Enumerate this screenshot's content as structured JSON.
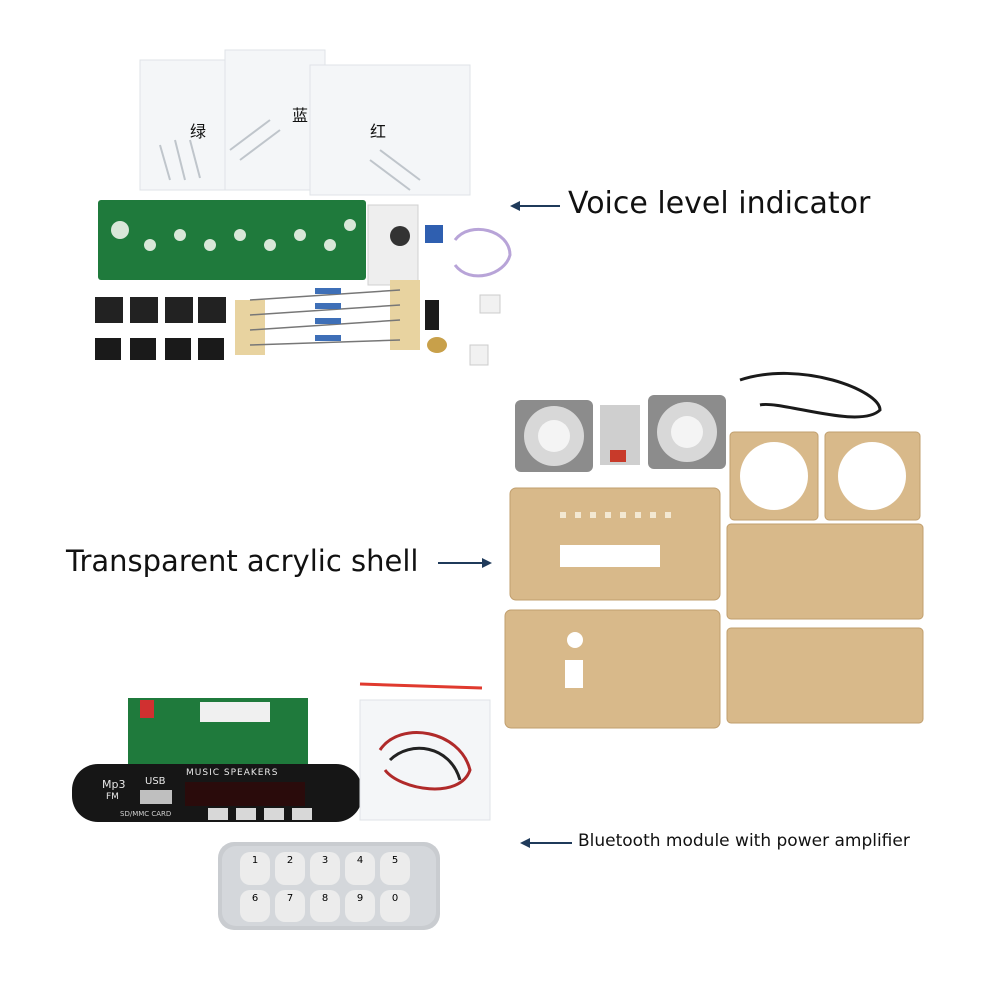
{
  "callouts": {
    "voice_level": "Voice level indicator",
    "acrylic_shell": "Transparent acrylic shell",
    "bluetooth_module": "Bluetooth module with power amplifier"
  },
  "bags": {
    "green": "绿",
    "blue": "蓝",
    "red": "红"
  },
  "module": {
    "brand": "Mp3",
    "usb": "USB",
    "fm": "FM",
    "panel_title": "MUSIC SPEAKERS",
    "card_slot": "SD/MMC CARD"
  },
  "remote": {
    "keys": [
      "1",
      "2",
      "3",
      "4",
      "5",
      "6",
      "7",
      "8",
      "9",
      "0"
    ]
  },
  "colors": {
    "pcb_green": "#1f7a3c",
    "acrylic": "#d8b98a",
    "arrow": "#1f3a5a"
  }
}
